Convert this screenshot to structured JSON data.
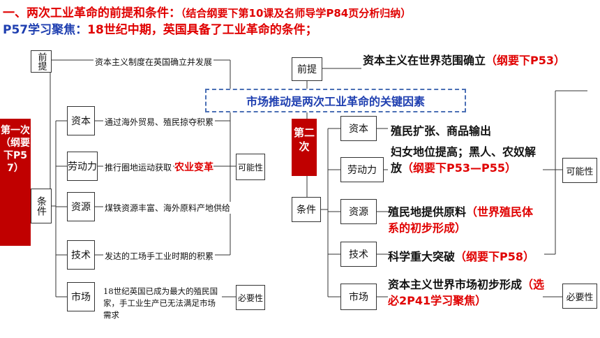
{
  "header": {
    "line1_prefix": "一、两次工业革命的前提和条件：",
    "line1_note": "（结合纲要下第10课及名师导学P84页分析归纳）",
    "line2_prefix": "P57学习聚焦：",
    "line2_text": "18世纪中期，英国具备了工业革命的条件；"
  },
  "center_note": "市场推动是两次工业革命的关键因素",
  "first": {
    "label": "第一次（纲要下P57）",
    "premise_label": "前提",
    "premise_text": "资本主义制度在英国确立并发展",
    "conditions_label": "条件",
    "possibility_label": "可能性",
    "necessity_label": "必要性",
    "items": [
      {
        "label": "资本",
        "text": "通过海外贸易、殖民掠夺积累"
      },
      {
        "label": "劳动力",
        "text": "推行圈地运动获取",
        "highlight": "农业变革"
      },
      {
        "label": "资源",
        "text": "煤铁资源丰富、海外原料产地供给"
      },
      {
        "label": "技术",
        "text": "发达的工场手工业时期的积累"
      },
      {
        "label": "市场",
        "text": "18世纪英国已成为最大的殖民国家，手工业生产已无法满足市场需求"
      }
    ]
  },
  "second": {
    "label": "第二次",
    "premise_label": "前提",
    "premise_text": "资本主义在世界范围确立",
    "premise_ref": "（纲要下P53）",
    "conditions_label": "条件",
    "possibility_label": "可能性",
    "necessity_label": "必要性",
    "items": [
      {
        "label": "资本",
        "text": "殖民扩张、商品输出",
        "ref": ""
      },
      {
        "label": "劳动力",
        "text": "妇女地位提高；黑人、农奴解放",
        "ref": "（纲要下P53—P55）"
      },
      {
        "label": "资源",
        "text": "殖民地提供原料",
        "ref": "（世界殖民体系的初步形成）"
      },
      {
        "label": "技术",
        "text": "科学重大突破",
        "ref": "（纲要下P58）"
      },
      {
        "label": "市场",
        "text": "资本主义世界市场初步形成",
        "ref": "（选必2P41学习聚焦）"
      }
    ]
  }
}
